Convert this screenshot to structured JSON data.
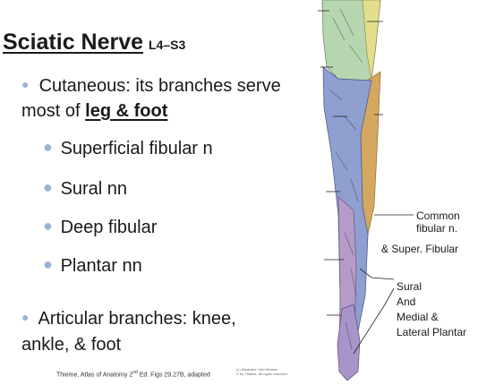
{
  "title": {
    "main": "Sciatic Nerve",
    "sub": "L4–S3"
  },
  "bullets": {
    "cutaneous_line1": "Cutaneous: its branches serve",
    "cutaneous_line2_prefix": "most of ",
    "cutaneous_line2_emph": "leg & foot",
    "sub_items": [
      "Superficial fibular n",
      "Sural nn",
      "Deep fibular",
      "Plantar nn"
    ],
    "articular_line1": "Articular branches: knee,",
    "articular_line2": "ankle, & foot"
  },
  "credit": {
    "text_before": "Thieme, Atlas of Anatomy  2",
    "sup": "nd",
    "text_after": " Ed. Figs 29.27B,  adapted"
  },
  "illustrator_credit": [
    "(c) Illustrator: Karl Wesker",
    "© by Thieme. All rights reserved."
  ],
  "labels": {
    "common_line1": "Common",
    "common_line2": "fibular n.",
    "super": "& Super. Fibular",
    "sural": [
      "Sural",
      "And",
      "Medial &",
      "Lateral Plantar"
    ]
  },
  "colors": {
    "bullet": "#9bb3d6",
    "green": "#b6d6b0",
    "blue": "#8f9fd0",
    "tan": "#d4a860",
    "purple": "#b69ac8",
    "yellow": "#e3dd8e"
  }
}
